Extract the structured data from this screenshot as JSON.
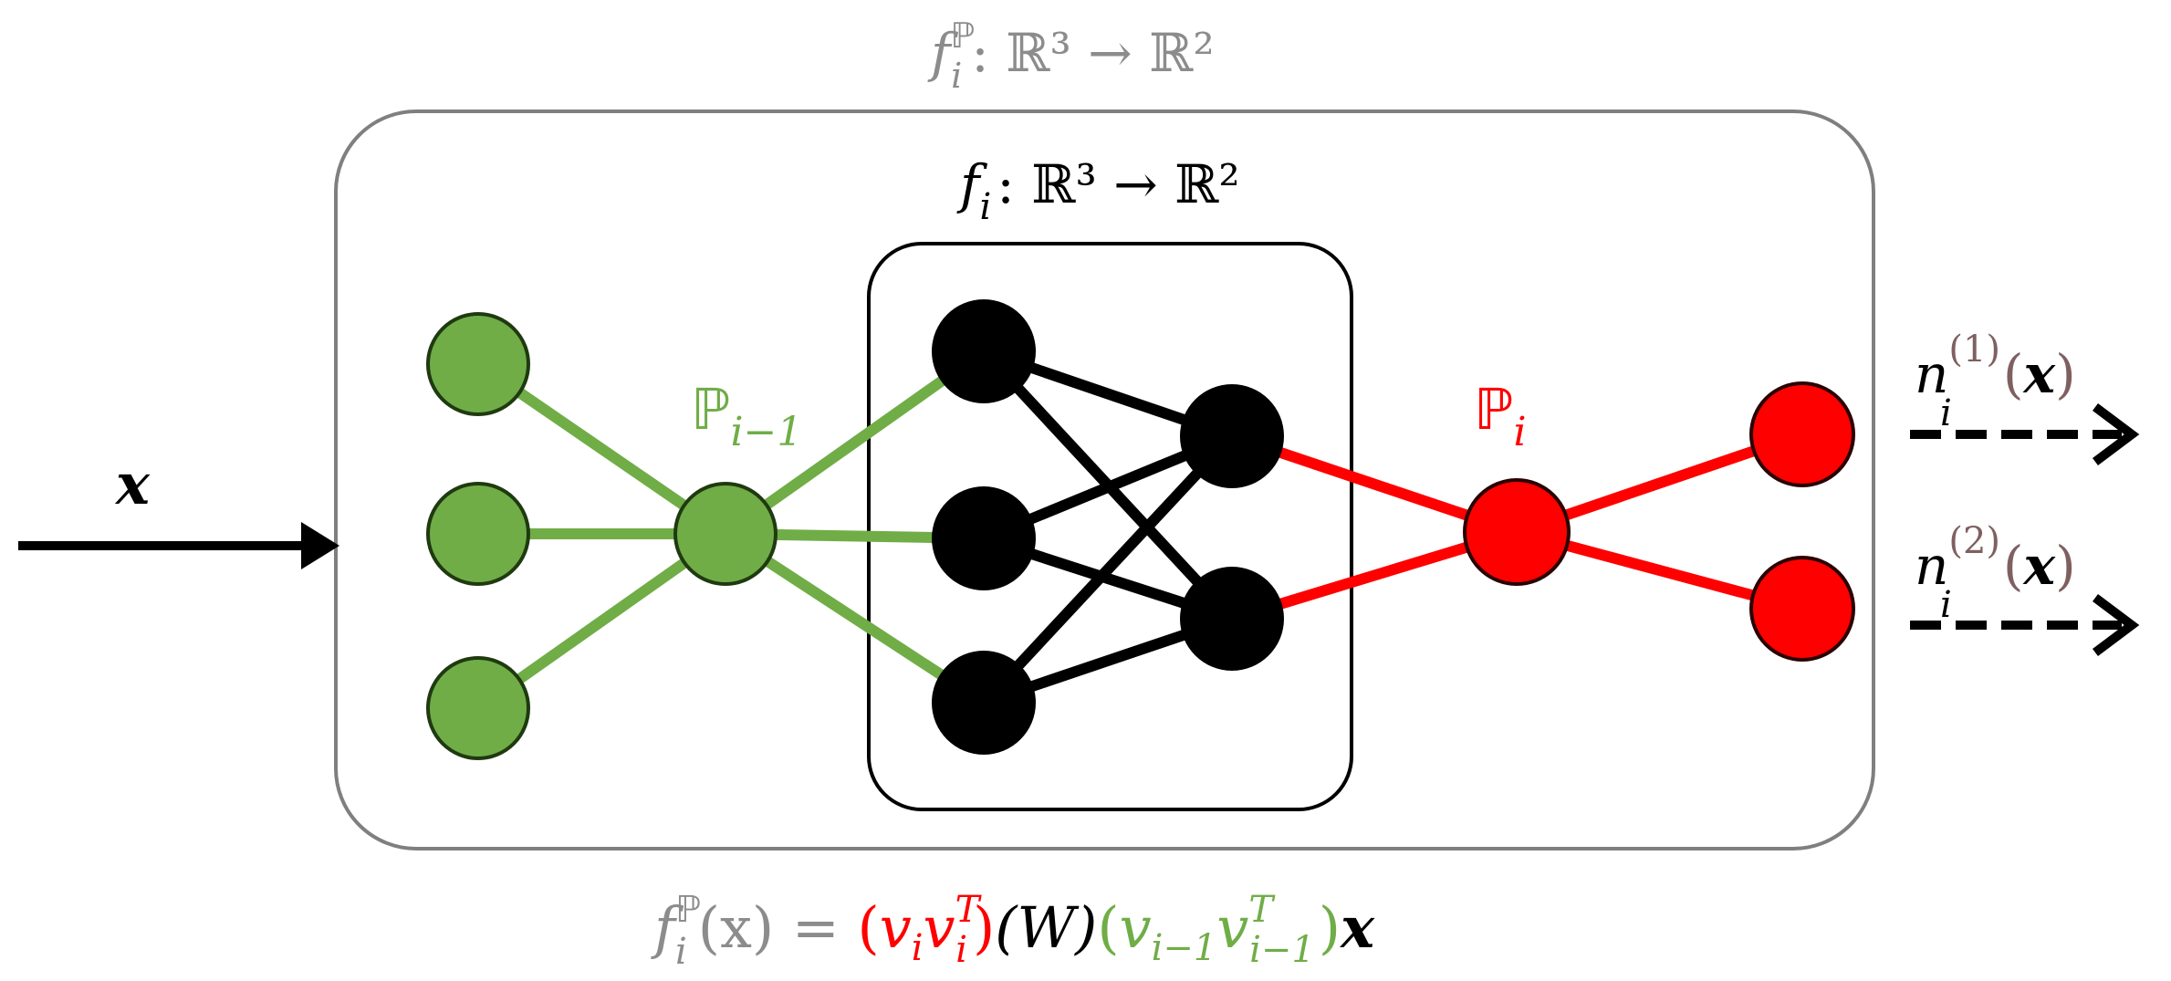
{
  "colors": {
    "outer_frame": "#7f7f7f",
    "inner_frame": "#000000",
    "green": "#70ad47",
    "green_stroke": "#2e4d1a",
    "red": "#ff0000",
    "black": "#000000",
    "gray_text": "#8c8c8c",
    "brown_text": "#7f6060"
  },
  "labels": {
    "outer_title": {
      "f": "f",
      "sup": "ℙ",
      "sub": "i",
      "rest": ": ℝ³ → ℝ²"
    },
    "inner_title": {
      "f": "f",
      "sub": "i",
      "rest": ": ℝ³ → ℝ²"
    },
    "input": "x",
    "proj_prev": {
      "P": "ℙ",
      "sub": "i−1"
    },
    "proj_cur": {
      "P": "ℙ",
      "sub": "i"
    },
    "out1": {
      "n": "n",
      "sub": "i",
      "sup": "(1)",
      "open": "(",
      "x": "x",
      "close": ")"
    },
    "out2": {
      "n": "n",
      "sub": "i",
      "sup": "(2)",
      "open": "(",
      "x": "x",
      "close": ")"
    },
    "formula": {
      "lhs_f": "f",
      "lhs_sup": "ℙ",
      "lhs_sub": "i",
      "lhs_arg": "(x)",
      "eq": " = ",
      "red_open": "(",
      "v1": "v",
      "v1_sub": "i",
      "v2": "v",
      "v2_sub": "i",
      "v2_sup": "T",
      "red_close": ")",
      "W": "(W)",
      "green_open": "(",
      "g1": "v",
      "g1_sub": "i−1",
      "g2": "v",
      "g2_sub": "i−1",
      "g2_sup": "T",
      "green_close": ")",
      "x": "x"
    }
  }
}
